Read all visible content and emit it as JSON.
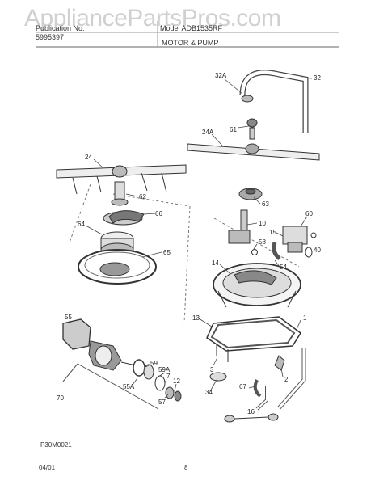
{
  "header": {
    "publication_label": "Publication No.",
    "model_prefix": "Model",
    "model": "ADB1535RF",
    "publication_no": "5995397",
    "section_title": "MOTOR & PUMP"
  },
  "watermark": "AppliancePartsPros.com",
  "parts": [
    {
      "id": "p32a",
      "label": "32A"
    },
    {
      "id": "p32",
      "label": "32"
    },
    {
      "id": "p61",
      "label": "61"
    },
    {
      "id": "p24a",
      "label": "24A"
    },
    {
      "id": "p24",
      "label": "24"
    },
    {
      "id": "p62",
      "label": "62"
    },
    {
      "id": "p63",
      "label": "63"
    },
    {
      "id": "p66",
      "label": "66"
    },
    {
      "id": "p64",
      "label": "64"
    },
    {
      "id": "p10",
      "label": "10"
    },
    {
      "id": "p60",
      "label": "60"
    },
    {
      "id": "p15",
      "label": "15"
    },
    {
      "id": "p58",
      "label": "58"
    },
    {
      "id": "p40",
      "label": "40"
    },
    {
      "id": "p65",
      "label": "65"
    },
    {
      "id": "p54",
      "label": "54"
    },
    {
      "id": "p14",
      "label": "14"
    },
    {
      "id": "p55",
      "label": "55"
    },
    {
      "id": "p13",
      "label": "13"
    },
    {
      "id": "p1",
      "label": "1"
    },
    {
      "id": "p3",
      "label": "3"
    },
    {
      "id": "p59",
      "label": "59"
    },
    {
      "id": "p59a",
      "label": "59A"
    },
    {
      "id": "p7",
      "label": "7"
    },
    {
      "id": "p12",
      "label": "12"
    },
    {
      "id": "p2",
      "label": "2"
    },
    {
      "id": "p55a",
      "label": "55A"
    },
    {
      "id": "p57",
      "label": "57"
    },
    {
      "id": "p70",
      "label": "70"
    },
    {
      "id": "p34",
      "label": "34"
    },
    {
      "id": "p67",
      "label": "67"
    },
    {
      "id": "p16",
      "label": "16"
    }
  ],
  "footer": {
    "drawing_code": "P30M0021",
    "date": "04/01",
    "page_number": "8"
  }
}
